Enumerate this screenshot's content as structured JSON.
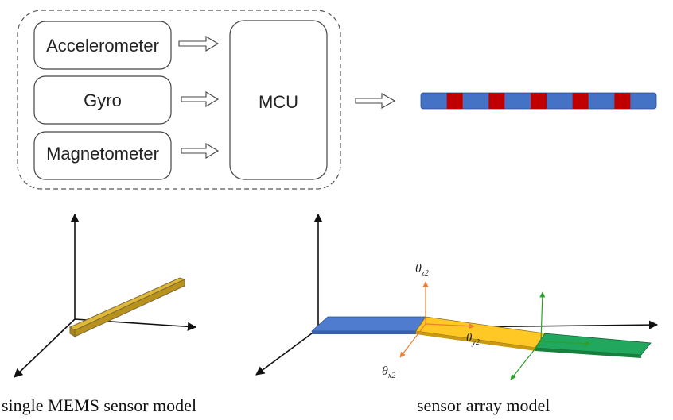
{
  "blocks": {
    "accelerometer": "Accelerometer",
    "gyro": "Gyro",
    "magnetometer": "Magnetometer",
    "mcu": "MCU"
  },
  "labels": {
    "theta_z2": {
      "main": "θ",
      "sub": "z2"
    },
    "theta_y2": {
      "main": "θ",
      "sub": "y2"
    },
    "theta_x2": {
      "main": "θ",
      "sub": "x2"
    }
  },
  "captions": {
    "single": "single MEMS sensor model",
    "array": "sensor array model"
  },
  "colors": {
    "bar_blue": "#4472c4",
    "bar_red": "#c00000",
    "plate_gold": "#c9a227",
    "array_blue": "#4472c4",
    "array_yellow": "#ffc000",
    "array_green": "#1fa05a",
    "axis_orange": "#ed7d31",
    "axis_green": "#2ca02c"
  },
  "strip_segments": [
    "blue",
    "red",
    "blue",
    "red",
    "blue",
    "red",
    "blue",
    "red",
    "blue",
    "red",
    "blue"
  ]
}
